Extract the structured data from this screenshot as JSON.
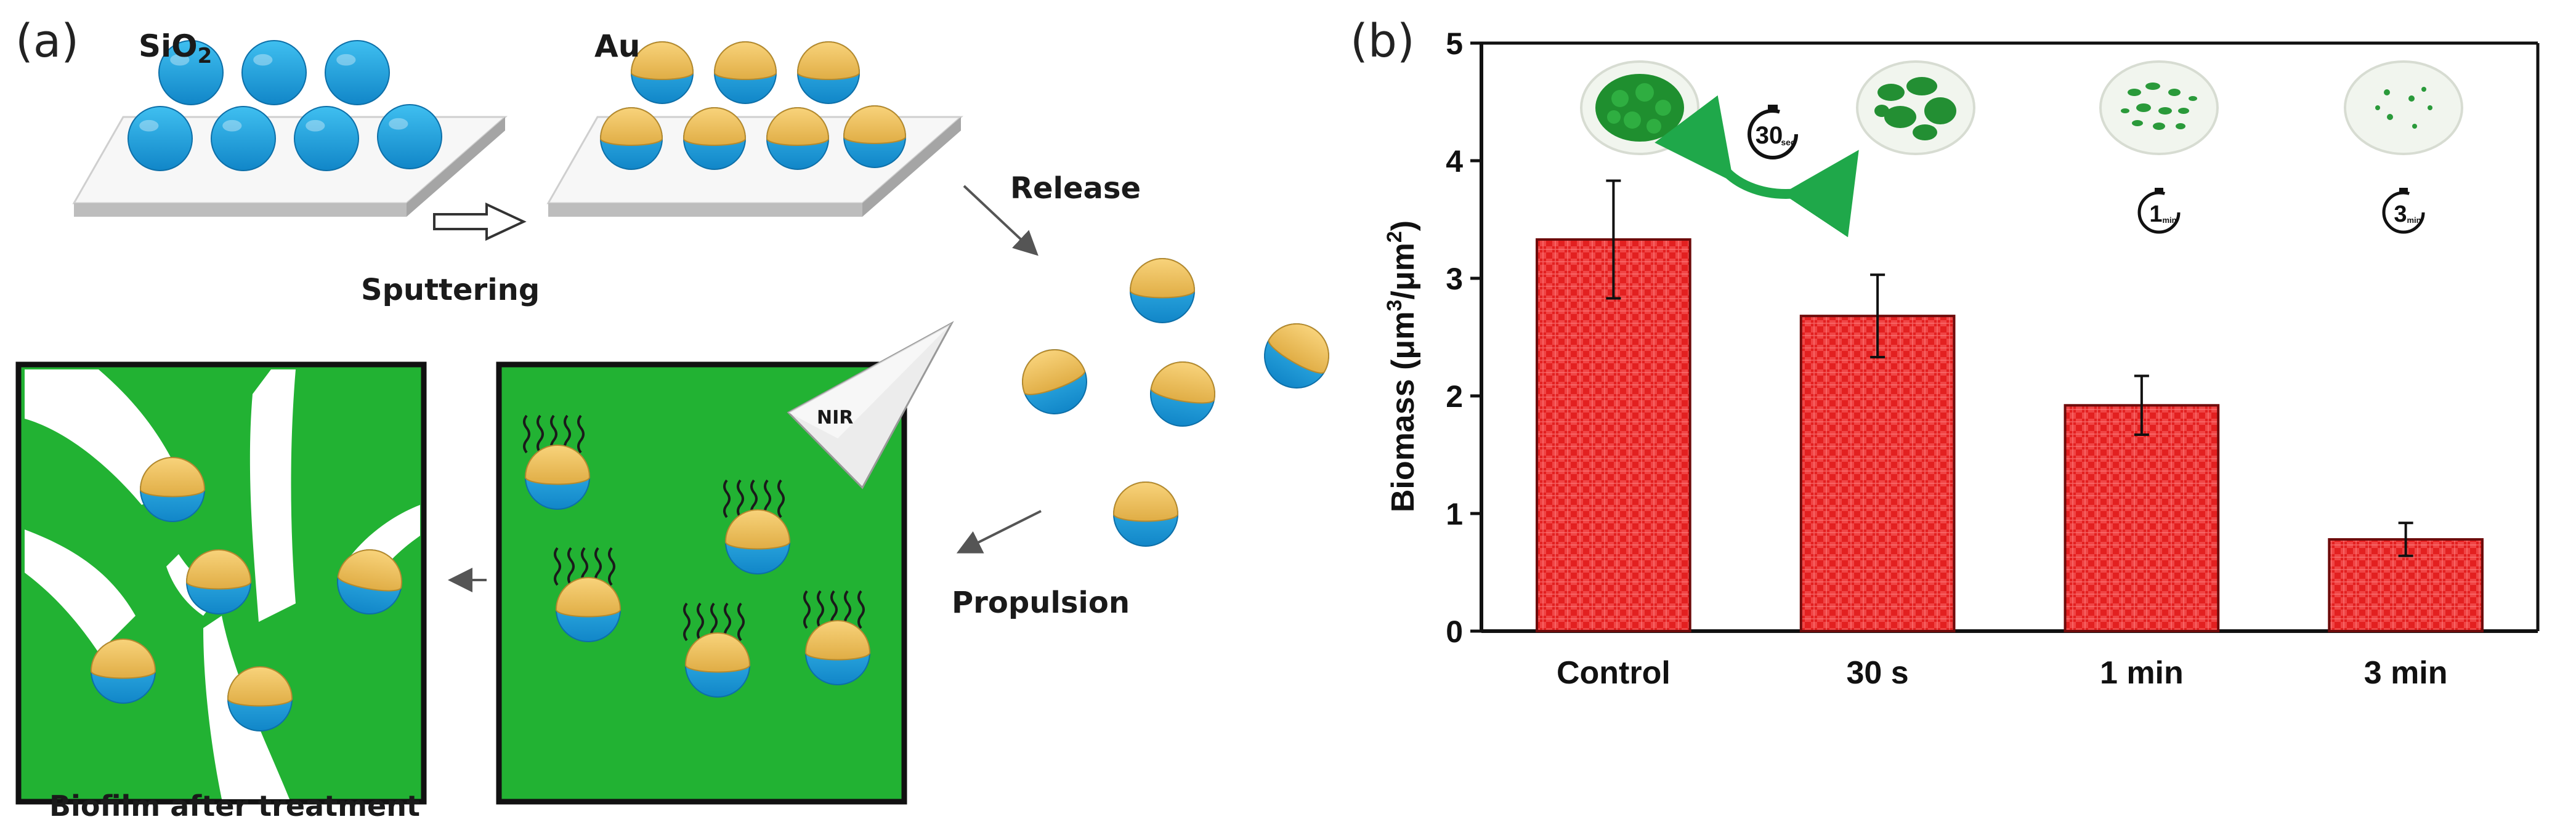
{
  "panel_a": {
    "label": "(a)",
    "sio2": "SiO",
    "sio2_sub": "2",
    "au": "Au",
    "sputtering": "Sputtering",
    "release": "Release",
    "propulsion": "Propulsion",
    "nir": "NIR",
    "biofilm_caption": "Biofilm after treatment"
  },
  "panel_b": {
    "label": "(b)",
    "timer_30": "30",
    "timer_30_unit": "sec",
    "timer_1": "1",
    "timer_1_unit": "min",
    "timer_3": "3",
    "timer_3_unit": "min"
  },
  "colors": {
    "sphere_blue": "#1e9fd8",
    "gold_cap": "#f0c462",
    "biofilm_green": "#22b233",
    "bar_red": "#ee2e2e",
    "arrow_green": "#1fa84a"
  },
  "chart_data": {
    "type": "bar",
    "categories": [
      "Control",
      "30 s",
      "1 min",
      "3 min"
    ],
    "values": [
      3.33,
      2.68,
      1.92,
      0.78
    ],
    "errors": [
      0.5,
      0.35,
      0.25,
      0.14
    ],
    "ylabel_main": "Biomass (μm",
    "ylabel_sup1": "3",
    "ylabel_mid": "/μm",
    "ylabel_sup2": "2",
    "ylabel_end": ")",
    "ylim": [
      0,
      5
    ],
    "yticks": [
      "0",
      "1",
      "2",
      "3",
      "4",
      "5"
    ],
    "grid": false
  }
}
